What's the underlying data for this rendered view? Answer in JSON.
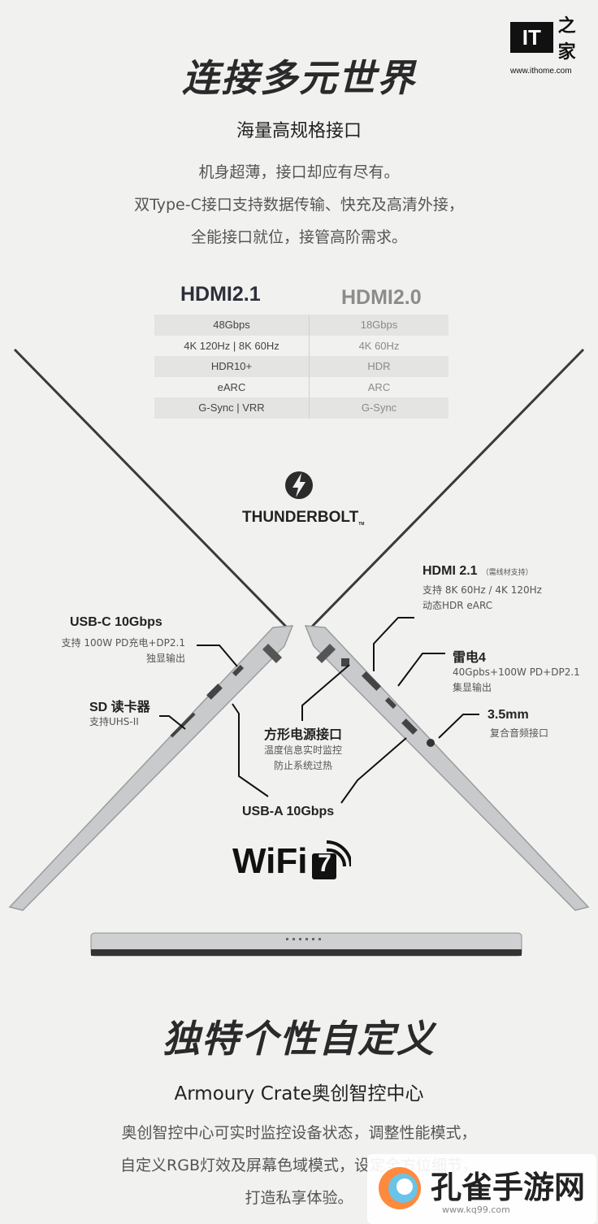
{
  "watermark_top": {
    "logo_text": "IT",
    "logo_char": "之家",
    "url": "www.ithome.com"
  },
  "section1": {
    "title": "连接多元世界",
    "subtitle": "海量高规格接口",
    "desc": [
      "机身超薄，接口却应有尽有。",
      "双Type-C接口支持数据传输、快充及高清外接，",
      "全能接口就位，接管高阶需求。"
    ]
  },
  "hdmi": {
    "left_head": "HDMI2.1",
    "right_head": "HDMI2.0",
    "rows": [
      {
        "a": "48Gbps",
        "b": "18Gbps"
      },
      {
        "a": "4K 120Hz | 8K 60Hz",
        "b": "4K 60Hz"
      },
      {
        "a": "HDR10+",
        "b": "HDR"
      },
      {
        "a": "eARC",
        "b": "ARC"
      },
      {
        "a": "G-Sync | VRR",
        "b": "G-Sync"
      }
    ]
  },
  "thunderbolt": {
    "label": "THUNDERBOLT",
    "tm": "TM"
  },
  "callouts": {
    "usbc": {
      "title": "USB-C 10Gbps",
      "l1": "支持 100W PD充电+DP2.1",
      "l2": "独显输出"
    },
    "sd": {
      "title": "SD 读卡器",
      "l1": "支持UHS-II"
    },
    "power": {
      "title": "方形电源接口",
      "l1": "温度信息实时监控",
      "l2": "防止系统过热"
    },
    "usba": {
      "title": "USB-A 10Gbps"
    },
    "hdmi": {
      "title": "HDMI 2.1",
      "note": "（需线材支持）",
      "l1": "支持 8K 60Hz / 4K 120Hz",
      "l2": "动态HDR eARC"
    },
    "tb4": {
      "title": "雷电4",
      "l1": "40Gpbs+100W PD+DP2.1",
      "l2": "集显输出"
    },
    "audio": {
      "title": "3.5mm",
      "l1": "复合音频接口"
    }
  },
  "wifi": {
    "label": "WiFi",
    "num": "7"
  },
  "section2": {
    "title": "独特个性自定义",
    "subtitle": "Armoury Crate奥创智控中心",
    "desc": [
      "奥创智控中心可实时监控设备状态，调整性能模式，",
      "自定义RGB灯效及屏幕色域模式，设定全方位细节，",
      "打造私享体验。"
    ]
  },
  "watermark_bottom": {
    "text": "孔雀手游网",
    "url": "www.kq99.com"
  }
}
